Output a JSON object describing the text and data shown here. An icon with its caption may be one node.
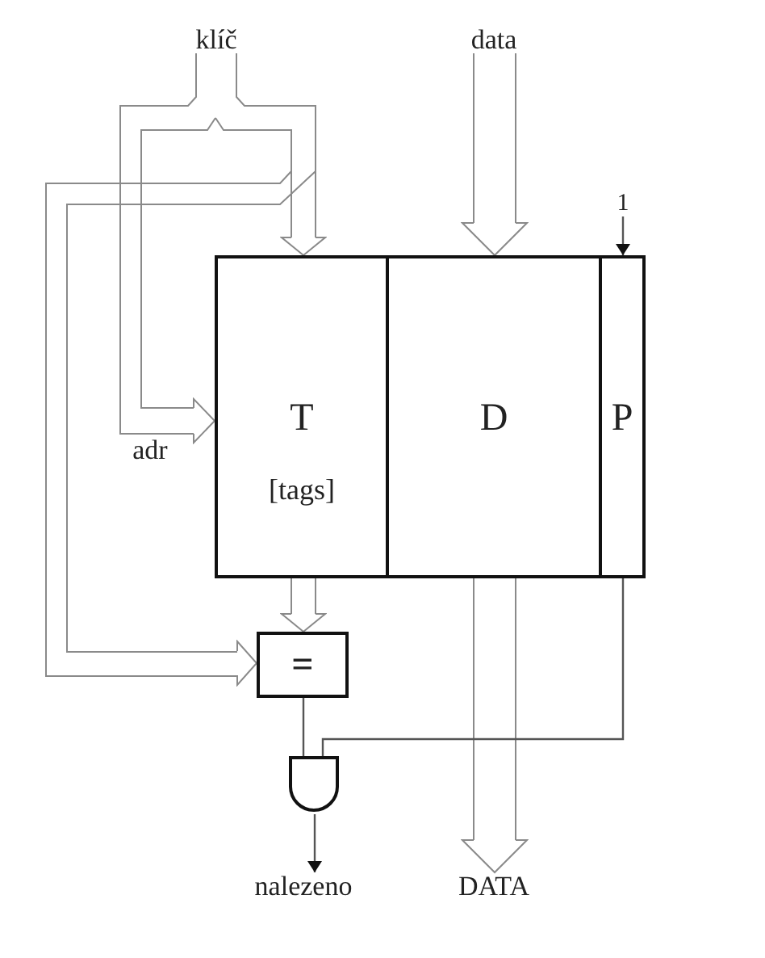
{
  "diagram": {
    "nodes": [
      {
        "text": [
          "klíč"
        ]
      },
      {
        "text": [
          "data"
        ]
      },
      {
        "text": [
          "1"
        ]
      },
      {
        "text": [
          "T",
          "[tags]"
        ]
      },
      {
        "text": [
          "D"
        ]
      },
      {
        "text": [
          "P"
        ]
      },
      {
        "text": [
          "="
        ]
      },
      {
        "text": [],
        "shape": "gate"
      },
      {
        "text": [
          "nalezeno"
        ]
      },
      {
        "text": [
          "DATA"
        ]
      }
    ],
    "edges": [
      {
        "from": 0,
        "to": 3,
        "arrow": "to"
      },
      {
        "from": 0,
        "to": 3,
        "arrow": "to",
        "label": "adr"
      },
      {
        "from": 0,
        "to": 6,
        "arrow": "to"
      },
      {
        "from": 1,
        "to": 4,
        "arrow": "to"
      },
      {
        "from": 2,
        "to": 5,
        "arrow": "to"
      },
      {
        "from": 3,
        "to": 6,
        "arrow": "to"
      },
      {
        "from": 4,
        "to": 9,
        "arrow": "to"
      },
      {
        "from": 5,
        "to": 7,
        "arrow": "none"
      },
      {
        "from": 6,
        "to": 7,
        "arrow": "none"
      },
      {
        "from": 7,
        "to": 8,
        "arrow": "to"
      }
    ]
  }
}
